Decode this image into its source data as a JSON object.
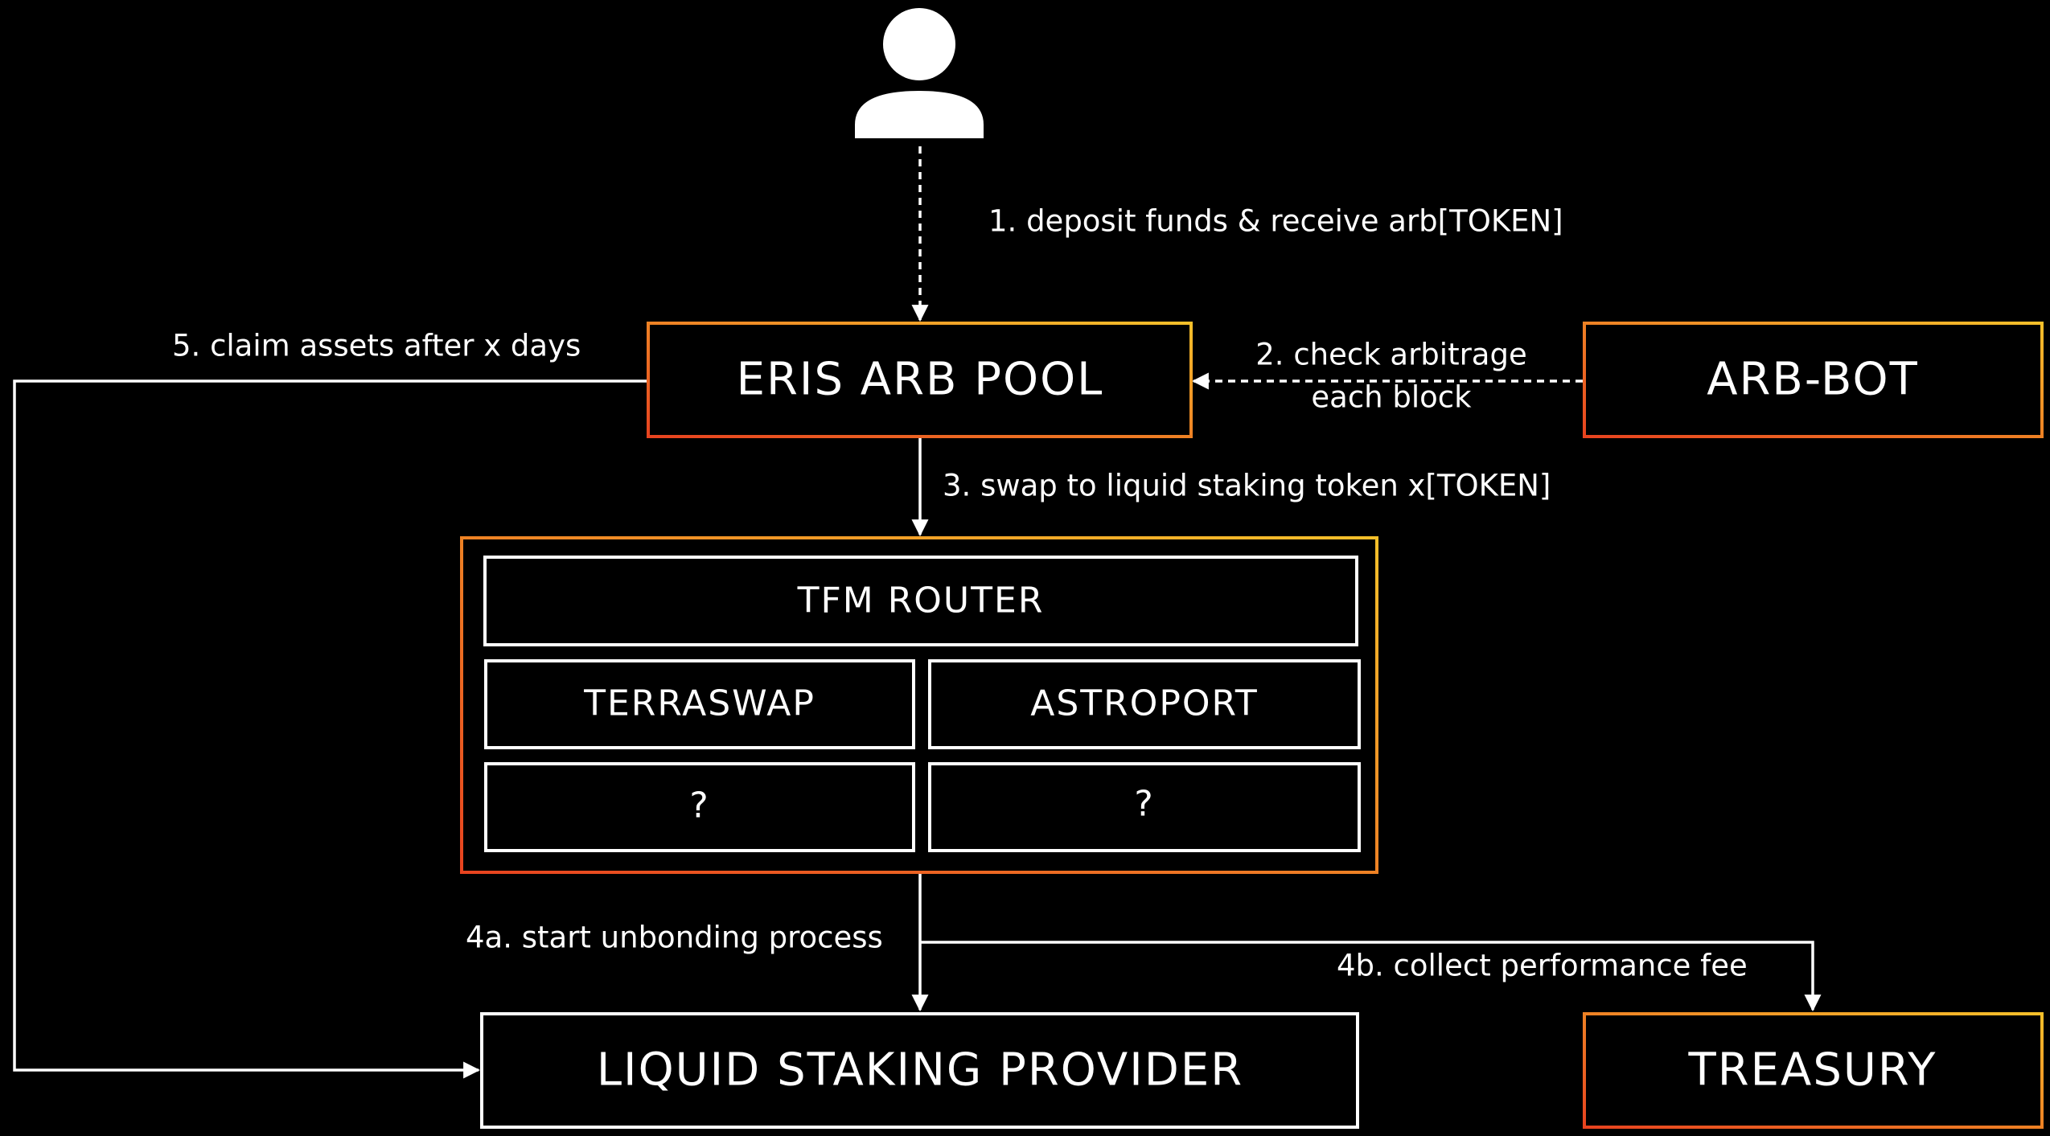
{
  "colors": {
    "background": "#000000",
    "foreground": "#ffffff",
    "gradient_start": "#e8431f",
    "gradient_end": "#f5c02a"
  },
  "icons": {
    "user": "user-icon"
  },
  "nodes": {
    "eris_arb_pool": "ERIS ARB POOL",
    "arb_bot": "ARB-BOT",
    "tfm_router": "TFM ROUTER",
    "terraswap": "TERRASWAP",
    "astroport": "ASTROPORT",
    "unknown_dex_1": "?",
    "unknown_dex_2": "?",
    "liquid_staking_provider": "LIQUID STAKING PROVIDER",
    "treasury": "TREASURY"
  },
  "edges": {
    "step1": "1. deposit funds & receive arb[TOKEN]",
    "step2_line1": "2. check arbitrage",
    "step2_line2": "each block",
    "step3": "3. swap to liquid staking token x[TOKEN]",
    "step4a": "4a. start unbonding process",
    "step4b": "4b. collect performance fee",
    "step5": "5. claim assets after x days"
  }
}
